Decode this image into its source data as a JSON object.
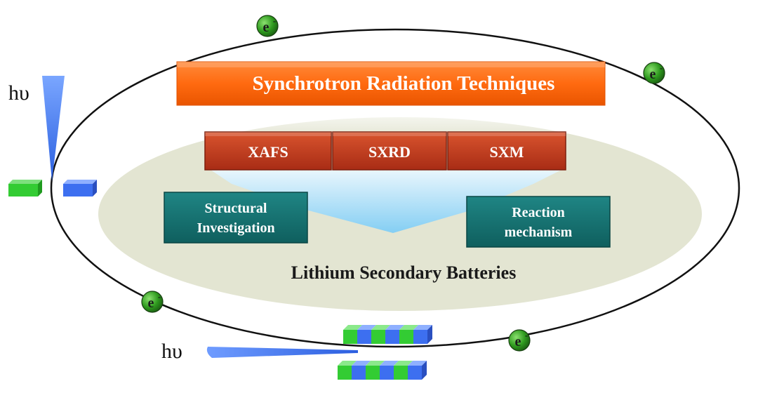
{
  "title": "Synchrotron Radiation Techniques",
  "techniques": [
    "XAFS",
    "SXRD",
    "SXM"
  ],
  "left_box": {
    "line1": "Structural",
    "line2": "Investigation"
  },
  "right_box": {
    "line1": "Reaction",
    "line2": "mechanism"
  },
  "application": "Lithium Secondary Batteries",
  "photon_label": "hυ",
  "electron_label": "e",
  "electron_charge": "-",
  "colors": {
    "title_orange": "#ff6a10",
    "technique_red": "#c0391e",
    "box_teal": "#17706f",
    "ellipse_fill": "#e3e5d2",
    "beam_blue": "#3f73e6",
    "electron_green": "#2e9a1e",
    "block_green": "#33cc33",
    "block_blue": "#3d6ff0"
  }
}
